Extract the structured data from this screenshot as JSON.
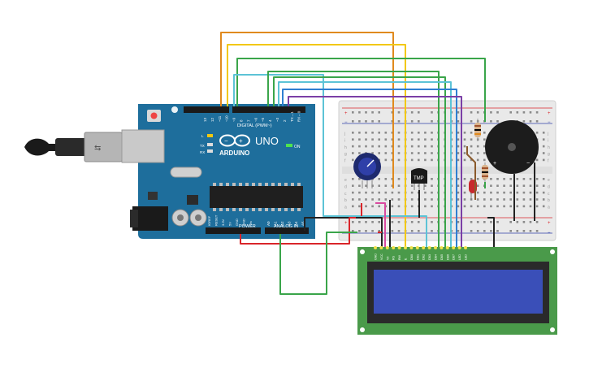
{
  "arduino": {
    "brand": "ARDUINO",
    "model": "UNO",
    "on_label": "ON",
    "digital_label": "DIGITAL (PWM~)",
    "tx_label": "TX",
    "rx_label": "RX",
    "l_label": "L",
    "power_label": "POWER",
    "analog_label": "ANALOG IN",
    "aref_label": "AREF",
    "gnd_label": "GND",
    "digital_pins": [
      "13",
      "12",
      "~11",
      "~10",
      "~9",
      "8",
      "7",
      "~6",
      "~5",
      "4",
      "~3",
      "2",
      "TX→1",
      "RX←0"
    ],
    "power_pins": [
      "IOREF",
      "RESET",
      "3.3V",
      "5V",
      "GND",
      "GND",
      "Vin"
    ],
    "analog_pins": [
      "A0",
      "A1",
      "A2",
      "A3",
      "A4",
      "A5"
    ]
  },
  "components": {
    "temp_sensor_label": "TMP",
    "buzzer_plus": "+",
    "buzzer_minus": "−"
  },
  "lcd": {
    "pin_labels": [
      "GND",
      "VCC",
      "V0",
      "RS",
      "RW",
      "E",
      "DB0",
      "DB1",
      "DB2",
      "DB3",
      "DB4",
      "DB5",
      "DB6",
      "DB7",
      "LED",
      "LED"
    ]
  },
  "breadboard": {
    "rows_top": [
      "j",
      "i",
      "h",
      "g",
      "f"
    ],
    "rows_bottom": [
      "e",
      "d",
      "c",
      "b",
      "a"
    ],
    "plus": "+",
    "minus": "−"
  },
  "colors": {
    "arduino_blue": "#1e6e9c",
    "breadboard": "#e9e9e9",
    "lcd_green": "#4a9a4a",
    "lcd_screen": "#3a4fb8",
    "wire_orange": "#e08a1e",
    "wire_yellow": "#f2c80f",
    "wire_green": "#3aa54a",
    "wire_cyan": "#5cc3d6",
    "wire_blue": "#2f7fd1",
    "wire_purple": "#7b3fa6",
    "wire_red": "#d9252a",
    "wire_black": "#222222",
    "wire_pink": "#d94aa0"
  }
}
